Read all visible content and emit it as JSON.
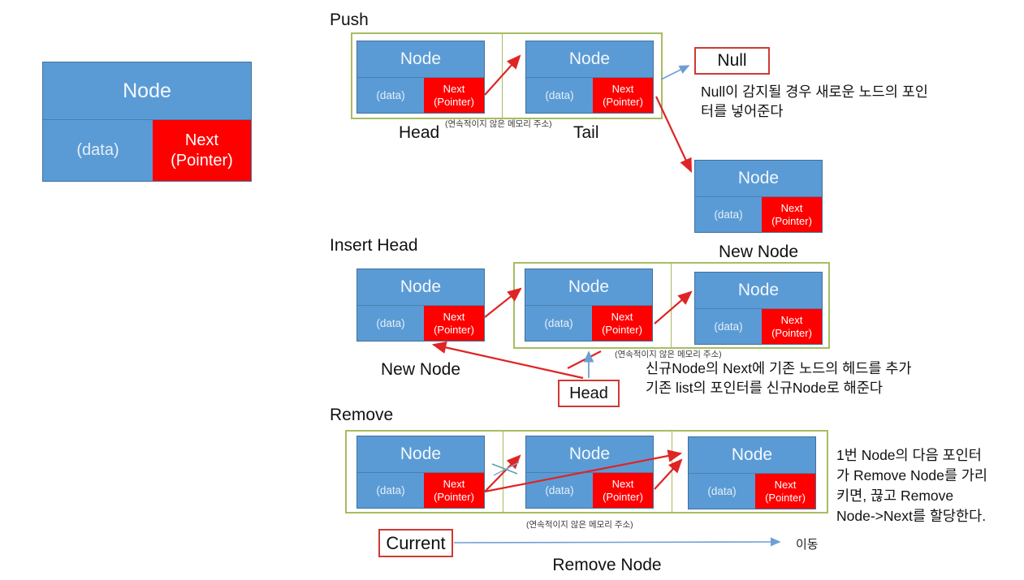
{
  "node_template": {
    "title": "Node",
    "data_label": "(data)",
    "next_label": "Next\n(Pointer)"
  },
  "sections": {
    "push": {
      "title": "Push",
      "head_label": "Head",
      "tail_label": "Tail",
      "memory_note": "(연속적이지 않은 메모리 주소)",
      "null_label": "Null",
      "null_note": "Null이 감지될 경우 새로운 노드의 포인\n터를 넣어준다",
      "new_node_label": "New Node"
    },
    "insert_head": {
      "title": "Insert Head",
      "new_node_label": "New Node",
      "head_label": "Head",
      "memory_note": "(연속적이지 않은 메모리 주소)",
      "note": "신규Node의 Next에 기존 노드의 헤드를 추가\n기존 list의 포인터를 신규Node로 해준다"
    },
    "remove": {
      "title": "Remove",
      "memory_note": "(연속적이지 않은 메모리 주소)",
      "current_label": "Current",
      "remove_node_label": "Remove Node",
      "move_label": "이동",
      "note": "1번 Node의 다음 포인터\n가 Remove Node를 가리\n키면, 끊고 Remove\nNode->Next를 할당한다."
    }
  },
  "colors": {
    "node_blue": "#5b9bd5",
    "pointer_red": "#fe0000",
    "arrow_red": "#df2424",
    "arrow_blue": "#6f9ed3",
    "break_teal": "#4fa3a8",
    "group_border_green": "#a6bd61",
    "label_border_red": "#cf3a34"
  }
}
